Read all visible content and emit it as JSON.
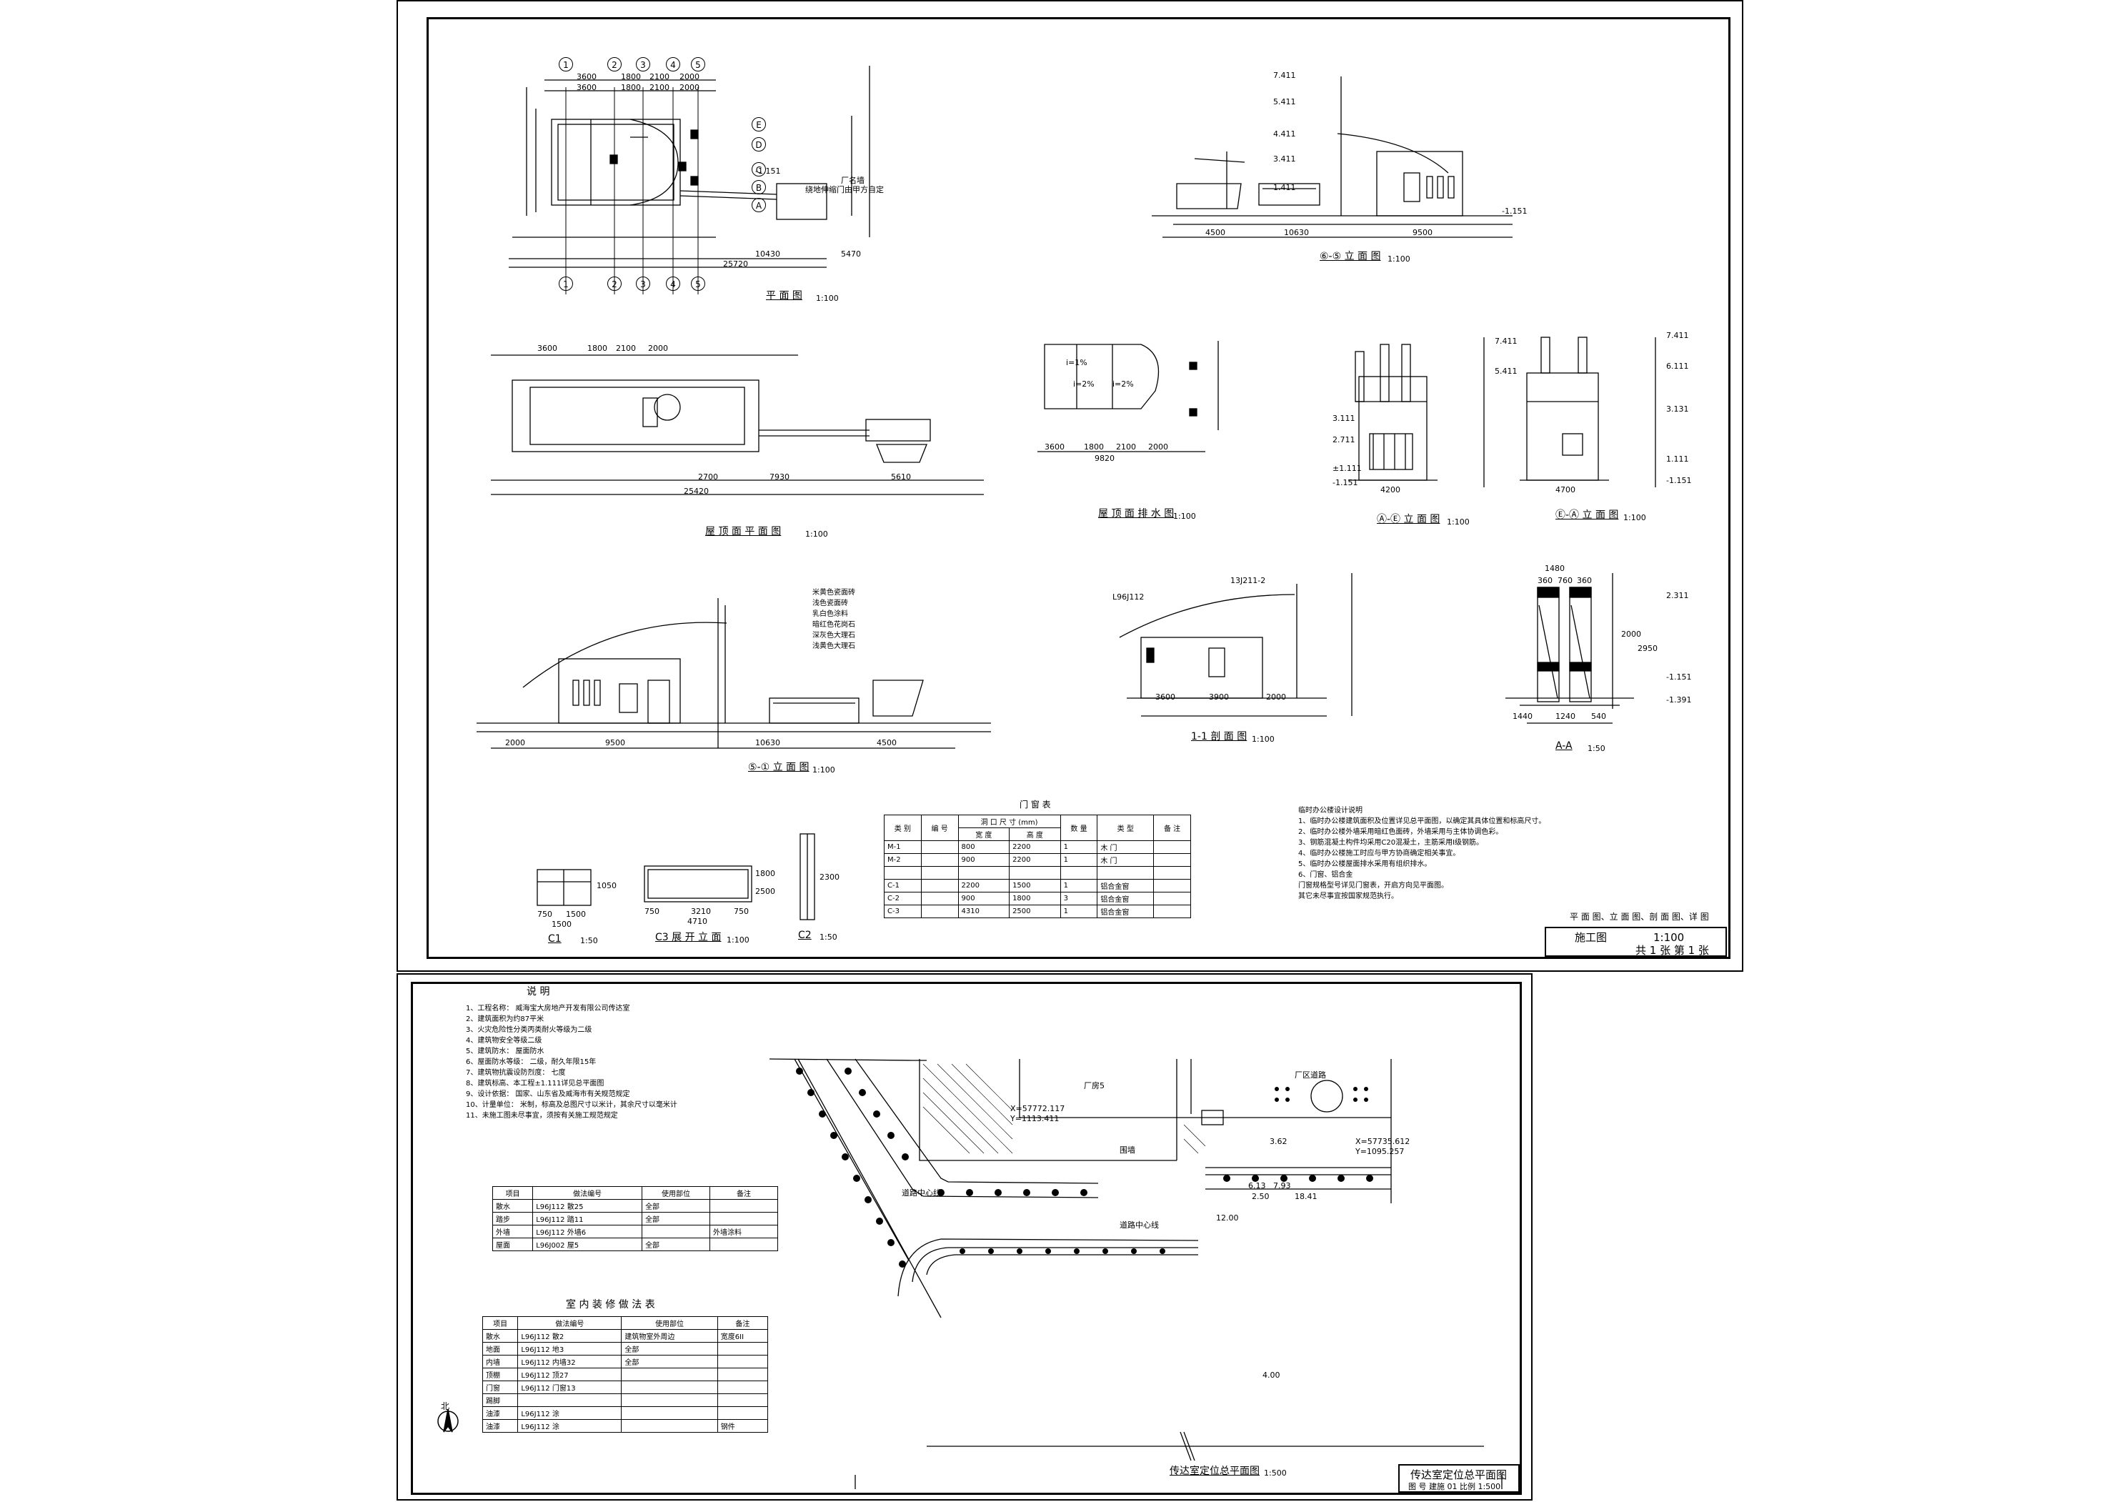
{
  "sheet1": {
    "views": {
      "plan": {
        "title": "平 面 图",
        "scale": "1:100",
        "dims_top": [
          "3600",
          "1800",
          "2100",
          "2000",
          "3600",
          "1800",
          "2100",
          "2000"
        ],
        "dims_bottom": [
          "10430",
          "5470",
          "25720"
        ],
        "axes": [
          "1",
          "2",
          "3",
          "4",
          "5"
        ],
        "rows": [
          "A",
          "B",
          "C",
          "D",
          "E"
        ],
        "notes": [
          "绕地伸缩门由甲方自定",
          "厂名墙"
        ],
        "level": "-1.151"
      },
      "elev_1_5": {
        "title": "⑥-⑤ 立 面 图",
        "scale": "1:100",
        "dims": [
          "4500",
          "10630",
          "9500"
        ],
        "levels": [
          "7.411",
          "5.411",
          "4.411",
          "3.411",
          "1.411",
          "-1.151"
        ]
      },
      "roof_plan": {
        "title": "屋 顶 面 平 面 图",
        "scale": "1:100",
        "dims": [
          "3600",
          "1800",
          "2100",
          "2000",
          "2700",
          "7930",
          "25420",
          "5610"
        ]
      },
      "roof_drain": {
        "title": "屋 顶 面 排 水 图",
        "scale": "1:100",
        "dims": [
          "3600",
          "1800",
          "2100",
          "2000",
          "9820"
        ],
        "slopes": [
          "i=1%",
          "i=2%",
          "i=2%"
        ]
      },
      "elev_a_e": {
        "title": "Ⓐ-Ⓔ 立 面 图",
        "scale": "1:100",
        "dims": [
          "4200"
        ],
        "levels": [
          "7.411",
          "5.411",
          "3.111",
          "2.711",
          "±1.111",
          "-1.151"
        ]
      },
      "elev_e_a": {
        "title": "Ⓔ-Ⓐ 立 面 图",
        "scale": "1:100",
        "dims": [
          "4700"
        ],
        "levels": [
          "7.411",
          "6.111",
          "3.131",
          "1.111",
          "-1.151"
        ]
      },
      "elev_5_1": {
        "title": "⑤-① 立 面 图",
        "scale": "1:100",
        "dims": [
          "2000",
          "9500",
          "10630",
          "4500"
        ],
        "legend": [
          "米黄色瓷面砖",
          "浅色瓷面砖",
          "乳白色涂料",
          "暗红色花岗石",
          "深灰色大理石",
          "浅黄色大理石"
        ]
      },
      "section_1_1": {
        "title": "1-1 剖 面 图",
        "scale": "1:100",
        "dims": [
          "3600",
          "3900",
          "2000"
        ],
        "refs": [
          "13J211-2",
          "L96J112"
        ]
      },
      "section_a_a": {
        "title": "A-A",
        "scale": "1:50",
        "dims": [
          "1480",
          "360",
          "760",
          "360",
          "1440",
          "1240",
          "540",
          "2000",
          "2950"
        ],
        "levels": [
          "2.311",
          "-1.151",
          "-1.391"
        ]
      },
      "window_c1": {
        "title": "C1",
        "scale": "1:50",
        "dims": [
          "750",
          "1500",
          "1500",
          "1050"
        ]
      },
      "window_c3": {
        "title": "C3 展 开 立 面",
        "scale": "1:100",
        "dims": [
          "750",
          "3210",
          "750",
          "4710",
          "1800",
          "2500"
        ]
      },
      "window_c2": {
        "title": "C2",
        "scale": "1:50",
        "dims": [
          "2300"
        ]
      }
    },
    "door_table": {
      "title": "门    窗    表",
      "headers": [
        "类 别",
        "编 号",
        "洞 口 尺 寸 (mm)",
        "",
        "数 量",
        "类 型",
        "备 注"
      ],
      "subheaders": [
        "宽 度",
        "高 度"
      ],
      "rows": [
        [
          "M-1",
          "800",
          "2200",
          "1",
          "木 门",
          ""
        ],
        [
          "M-2",
          "900",
          "2200",
          "1",
          "木 门",
          ""
        ],
        [
          "C-1",
          "2200",
          "1500",
          "1",
          "铝合金窗",
          ""
        ],
        [
          "C-2",
          "900",
          "1800",
          "3",
          "铝合金窗",
          ""
        ],
        [
          "C-3",
          "4310",
          "2500",
          "1",
          "铝合金窗",
          ""
        ]
      ]
    },
    "notes_title": "临时办公楼设计说明",
    "notes": [
      "1、临时办公楼建筑面积及位置详见总平面图，以确定其具体位置和标高尺寸。",
      "2、临时办公楼外墙采用暗红色面砖，外墙采用与主体协调色彩。",
      "3、钢筋混凝土构件均采用C20混凝土，主筋采用I级钢筋。",
      "4、临时办公楼施工时应与甲方协商确定相关事宜。",
      "5、临时办公楼屋面排水采用有组织排水。",
      "6、门窗、铝合金",
      "   门窗规格型号详见门窗表，开启方向见平面图。",
      "   其它未尽事宜按国家规范执行。"
    ],
    "title_block": {
      "drawing": "平 面 图、立 面 图、剖 面 图、详 图",
      "scale": "1:100",
      "sheet": "共 1 张 第 1 张",
      "stage": "施工图"
    }
  },
  "sheet2": {
    "notes_title": "说  明",
    "notes": [
      "1、工程名称：   威海宝大房地产开发有限公司传达室",
      "2、建筑面积为约87平米",
      "3、火灾危险性分类丙类耐火等级为二级",
      "4、建筑物安全等级二级",
      "5、建筑防水：   屋面防水",
      "6、屋面防水等级：   二级，耐久年限15年",
      "7、建筑物抗震设防烈度：   七度",
      "8、建筑标高、本工程±1.111详见总平面图",
      "9、设计依据：   国家、山东省及威海市有关规范规定",
      "10、计量单位：   米制，标高及总图尺寸以米计，其余尺寸以毫米计",
      "11、未施工图未尽事宜，须按有关施工规范规定"
    ],
    "finish_table": {
      "headers": [
        "项目",
        "做法编号",
        "使用部位",
        "备注"
      ],
      "rows": [
        [
          "散水",
          "L96J112 散25",
          "全部",
          ""
        ],
        [
          "踏步",
          "L96J112 踏11",
          "全部",
          ""
        ],
        [
          "外墙",
          "L96J112 外墙6",
          "",
          "外墙涂料"
        ],
        [
          "屋面",
          "L96J002 屋5",
          "全部",
          ""
        ]
      ]
    },
    "interior_title": "室 内 装 修 做 法 表",
    "interior_table": {
      "headers": [
        "项目",
        "做法编号",
        "使用部位",
        "备注"
      ],
      "rows": [
        [
          "散水",
          "L96J112 散2",
          "建筑物室外周边",
          "宽度6II"
        ],
        [
          "地面",
          "L96J112 地3",
          "全部",
          ""
        ],
        [
          "内墙",
          "L96J112 内墙32",
          "全部",
          ""
        ],
        [
          "顶棚",
          "L96J112 顶27",
          "",
          ""
        ],
        [
          "门窗",
          "L96J112 门窗13",
          "",
          ""
        ],
        [
          "踢脚",
          "",
          "",
          ""
        ],
        [
          "油漆",
          "L96J112 涂",
          "",
          ""
        ],
        [
          "油漆",
          "L96J112 涂",
          "",
          "钢件"
        ]
      ]
    },
    "site": {
      "title": "传达室定位总平面图",
      "scale": "1:500",
      "coord1": [
        "X=57772.117",
        "Y=1113.411"
      ],
      "coord2": [
        "X=57735.612",
        "Y=1095.257"
      ],
      "labels": [
        "厂房5",
        "厂区道路",
        "围墙",
        "道路中心线",
        "道路中心线",
        "4.00"
      ],
      "dims": [
        "3.62",
        "6.13",
        "7.93",
        "2.50",
        "18.41",
        "12.00"
      ],
      "north": "北"
    },
    "title_block": {
      "drawing": "传达室定位总平面图",
      "info": "图 号 建施 01  比例 1:500"
    }
  }
}
